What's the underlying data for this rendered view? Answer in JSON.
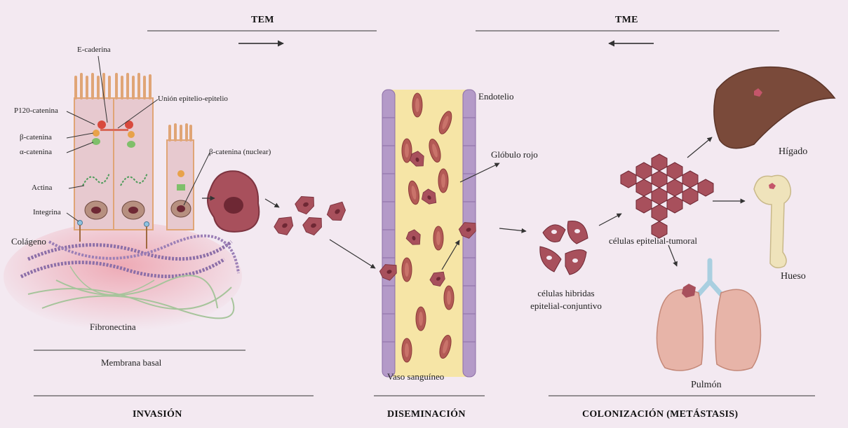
{
  "phases": {
    "tem": "TEM",
    "tme": "TME",
    "invasion": "INVASIÓN",
    "diseminacion": "DISEMINACIÓN",
    "colonizacion": "COLONIZACIÓN  (METÁSTASIS)"
  },
  "labels": {
    "e_caderina": "E-caderina",
    "union": "Unión epitelio-epitelio",
    "p120": "P120-catenina",
    "b_catenina": "β-catenina",
    "a_catenina": "α-catenina",
    "b_catenina_nuclear": "β-catenina (nuclear)",
    "actina": "Actina",
    "integrina": "Integrina",
    "colageno": "Colágeno",
    "fibronectina": "Fibronectina",
    "membrana": "Membrana basal",
    "endotelio": "Endotelio",
    "globulo": "Glóbulo rojo",
    "vaso": "Vaso sanguíneo",
    "hibridas_1": "células  hibridas",
    "hibridas_2": "epitelial-conjuntivo",
    "epitelial_tumoral": "células  epitelial-tumoral",
    "higado": "Hígado",
    "hueso": "Hueso",
    "pulmon": "Pulmón"
  },
  "colors": {
    "background": "#f3e9f1",
    "cell": "#e7c9cf",
    "cell_outline": "#e0a576",
    "tumor": "#a8505c",
    "vessel": "#f6e5a6",
    "endothelium": "#b49ac8",
    "liver": "#7a4a3a",
    "bone": "#efe3bb",
    "lung": "#e7b4a8",
    "trachea": "#a9cfe0",
    "matrix": "#f0b8c0"
  }
}
